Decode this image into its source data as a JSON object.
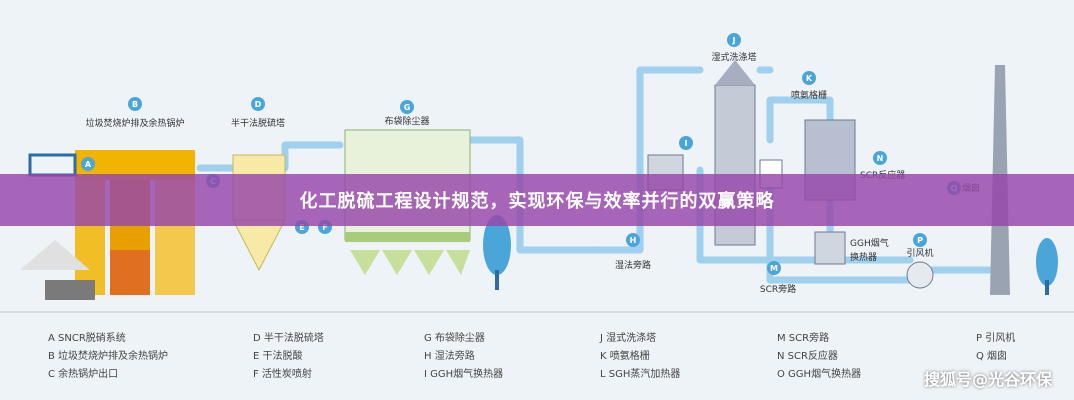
{
  "banner": {
    "title": "化工脱硫工程设计规范，实现环保与效率并行的双赢策略"
  },
  "nodes": {
    "A": "A",
    "B": "B",
    "C": "C",
    "D": "D",
    "E": "E",
    "F": "F",
    "G": "G",
    "H": "H",
    "I": "I",
    "J": "J",
    "K": "K",
    "M": "M",
    "N": "N",
    "P": "P",
    "Q": "Q"
  },
  "labels": {
    "B": "垃圾焚烧炉排及余热锅炉",
    "D": "半干法脱硫塔",
    "G": "布袋除尘器",
    "J": "湿式洗涤塔",
    "K": "喷氨格栅",
    "N": "SCR反应器",
    "Q": "烟囱",
    "H": "湿法旁路",
    "M": "SCR旁路",
    "GGH": "GGH烟气",
    "GGH2": "换热器",
    "P": "引风机"
  },
  "legend": [
    [
      "A SNCR脱硝系统",
      "B 垃圾焚烧炉排及余热锅炉",
      "C 余热锅炉出口"
    ],
    [
      "D 半干法脱硫塔",
      "E 干法脱酸",
      "F 活性炭喷射"
    ],
    [
      "G 布袋除尘器",
      "H 湿法旁路",
      "I GGH烟气换热器"
    ],
    [
      "J 湿式洗涤塔",
      "K 喷氨格栅",
      "L SGH蒸汽加热器"
    ],
    [
      "M SCR旁路",
      "N SCR反应器",
      "O GGH烟气换热器"
    ],
    [
      "P 引风机",
      "Q 烟囱"
    ]
  ],
  "watermark": "搜狐号@光谷环保",
  "colors": {
    "badge": "#4aa6d8",
    "pipe": "#9fd0ee",
    "furnace": "#f2b400",
    "banner": "#9646aa"
  }
}
